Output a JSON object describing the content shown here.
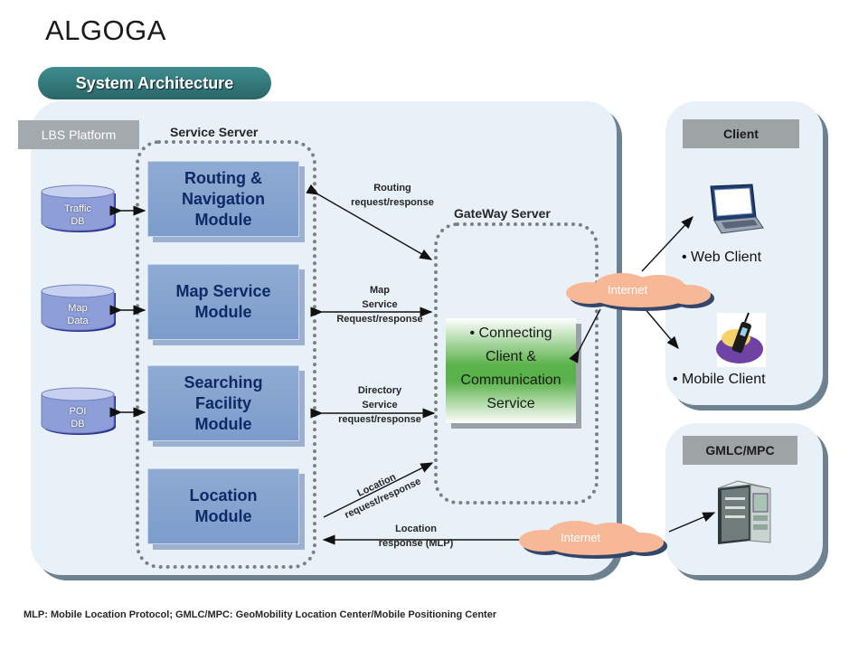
{
  "title": "ALGOGA",
  "subtitle_pill": "System Architecture",
  "lbs_platform": {
    "tag": "LBS Platform",
    "service_server_label": "Service  Server",
    "gateway_server_label": "GateWay  Server",
    "databases": [
      {
        "line1": "Traffic",
        "line2": "DB"
      },
      {
        "line1": "Map",
        "line2": "Data"
      },
      {
        "line1": "POI",
        "line2": "DB"
      }
    ],
    "modules": [
      {
        "line1": "Routing &",
        "line2": "Navigation",
        "line3": "Module"
      },
      {
        "line1": "Map Service",
        "line2": "Module"
      },
      {
        "line1": "Searching",
        "line2": "Facility",
        "line3": "Module"
      },
      {
        "line1": "Location",
        "line2": "Module"
      }
    ],
    "arrows": {
      "routing": {
        "line1": "Routing",
        "line2": "request/response"
      },
      "map": {
        "line1": "Map",
        "line2": "Service",
        "line3": "Request/response"
      },
      "directory": {
        "line1": "Directory",
        "line2": "Service",
        "line3": "request/response"
      },
      "location_req": {
        "line1": "Location",
        "line2": "request/response"
      },
      "location_resp": {
        "line1": "Location",
        "line2": "response (MLP)"
      }
    },
    "gateway_box": {
      "line1": "• Connecting",
      "line2": "Client &",
      "line3": "Communication",
      "line4": "Service"
    }
  },
  "clouds": {
    "top": "Internet",
    "bottom": "Internet"
  },
  "client_panel": {
    "tag": "Client",
    "web_client": "• Web Client",
    "mobile_client": "• Mobile Client",
    "icons": [
      "laptop-icon",
      "mobile-phone-icon"
    ]
  },
  "gmlc_panel": {
    "tag": "GMLC/MPC",
    "icons": [
      "server-icon"
    ]
  },
  "footnote": "MLP: Mobile Location Protocol;  GMLC/MPC: GeoMobility Location Center/Mobile Positioning Center",
  "colors": {
    "panel_bg": "#e8f0f8",
    "module_fill": "#8fabd2",
    "module_text": "#0b2a66",
    "gateway_green": "#5ab24a",
    "cloud": "#f7b898",
    "pill": "#2f7476"
  }
}
